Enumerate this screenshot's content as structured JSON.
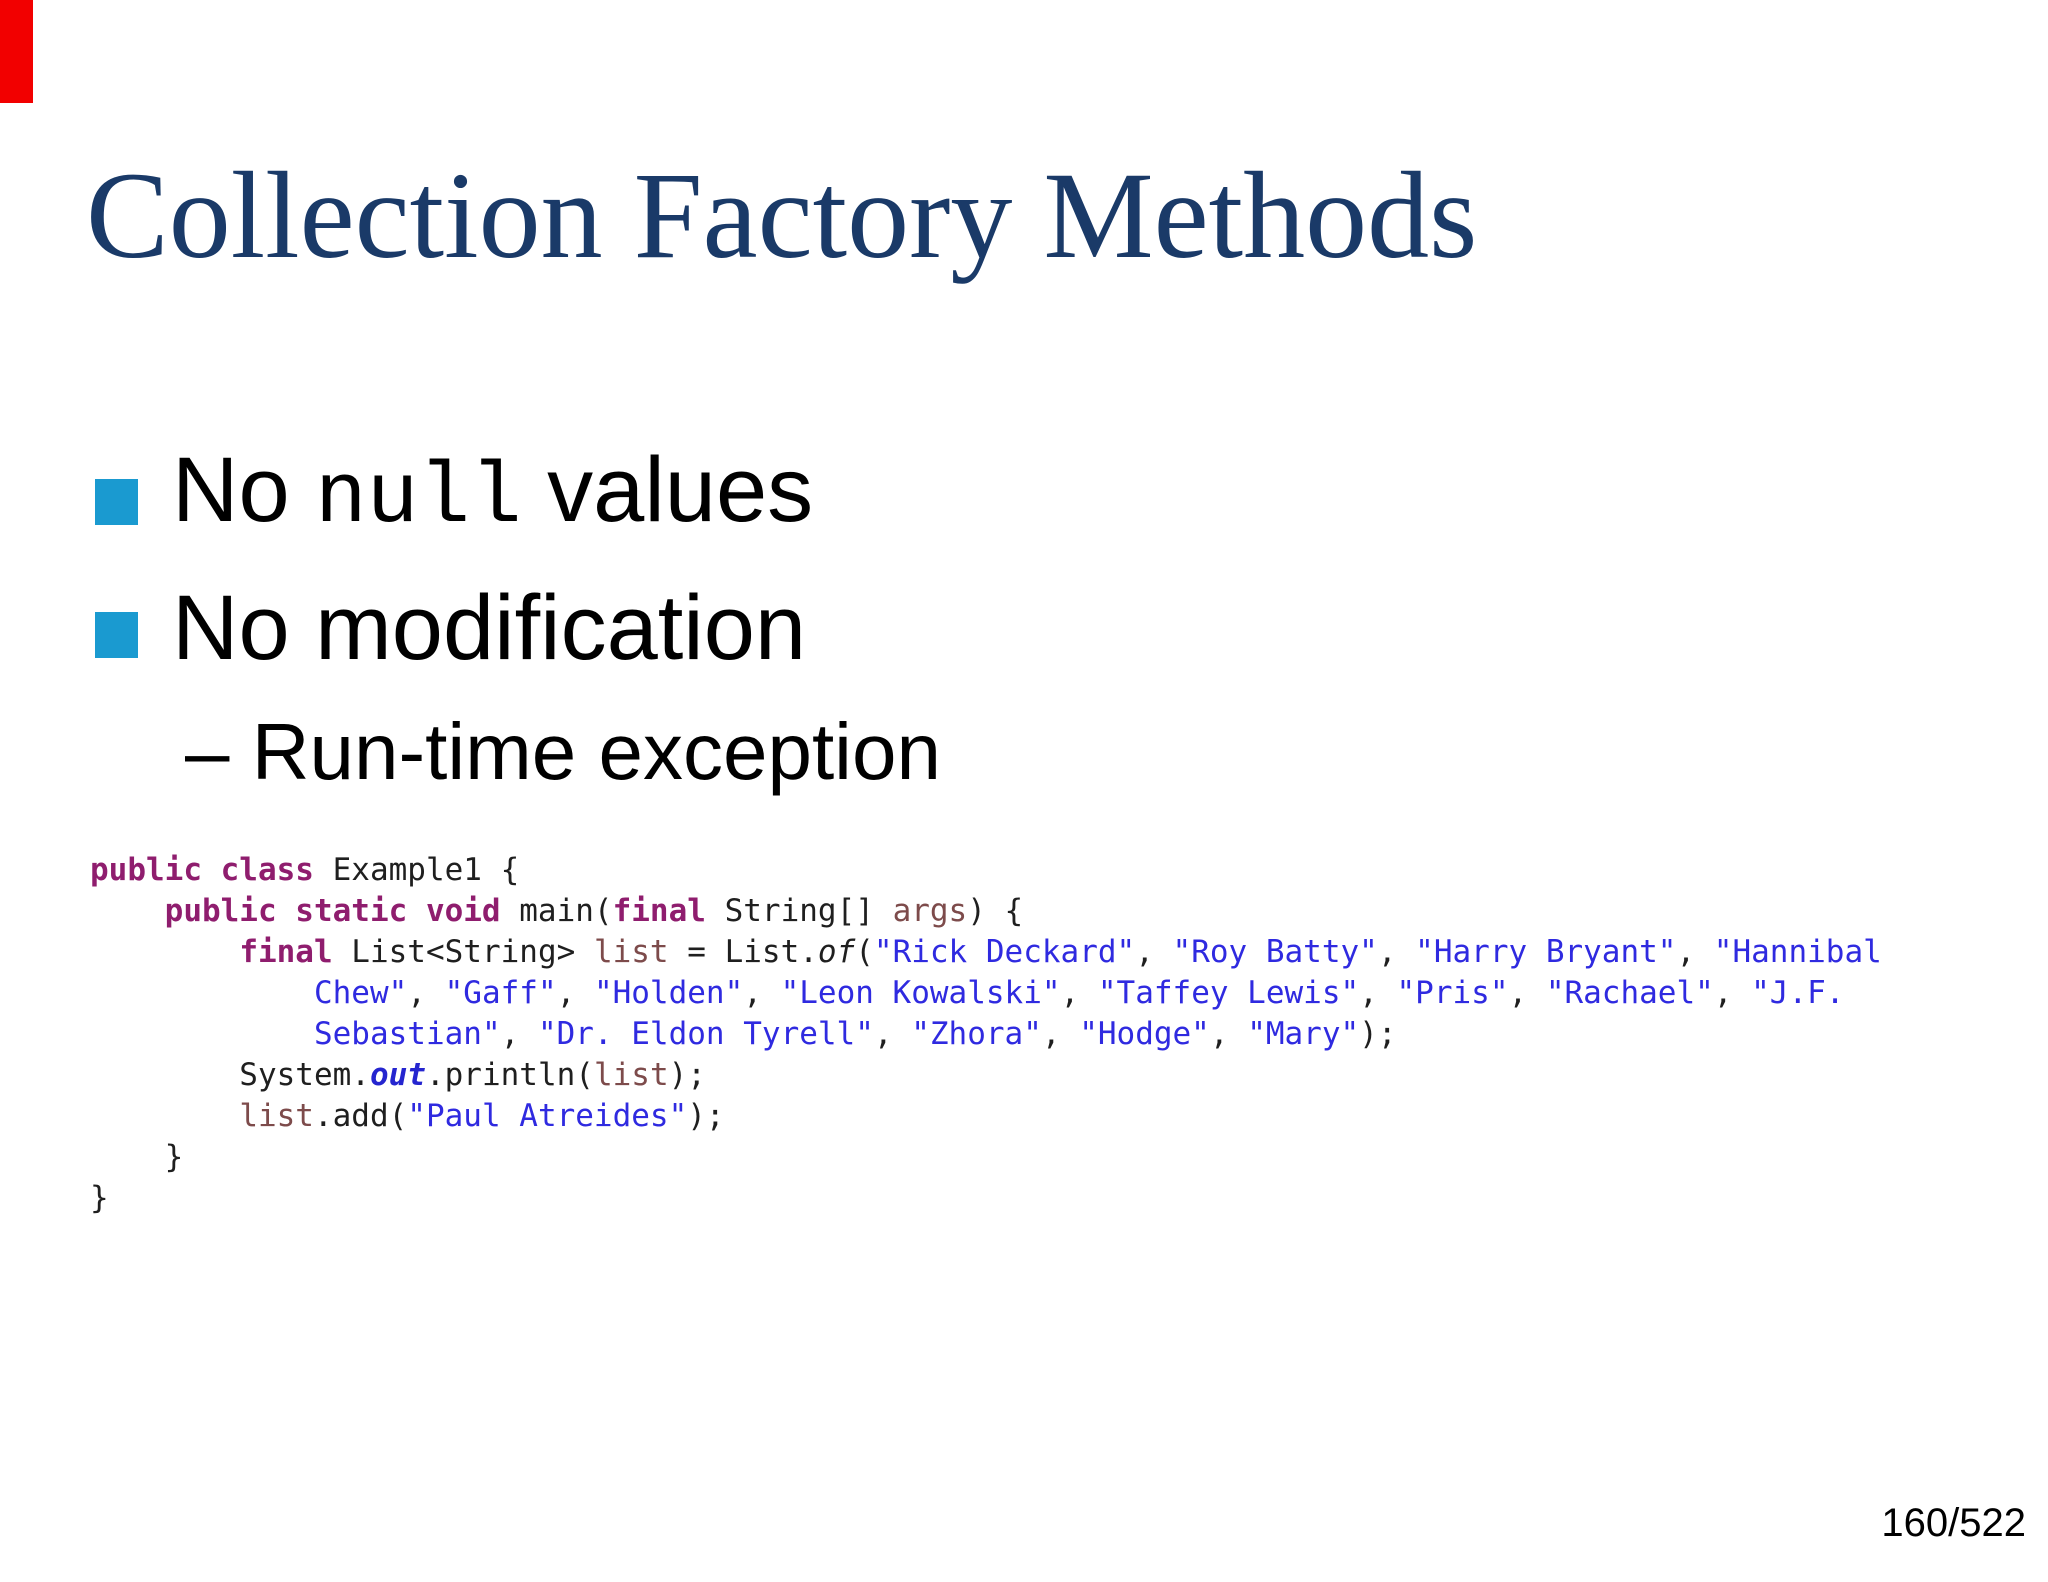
{
  "slide": {
    "title": "Collection Factory Methods",
    "bullets": [
      {
        "pre": "No ",
        "mono": "null",
        "post": " values"
      },
      {
        "text": "No modification"
      }
    ],
    "sub_bullet": {
      "dash": "– ",
      "text": "Run-time exception"
    },
    "page_number": "160/522"
  },
  "colors": {
    "title_navy": "#1a3a68",
    "bullet_teal": "#1a9ad0",
    "red_bar": "#f20000",
    "code_keyword": "#8f1d6e",
    "code_variable": "#7d4b4b",
    "code_string": "#2f2ae0",
    "code_out_blue": "#2525cf",
    "code_plain": "#1f1f1f"
  },
  "code": {
    "lines": [
      [
        [
          "k",
          "public class"
        ],
        [
          "p",
          " Example1 {"
        ]
      ],
      [
        [
          "p",
          "    "
        ],
        [
          "k",
          "public static void"
        ],
        [
          "p",
          " main("
        ],
        [
          "k",
          "final"
        ],
        [
          "p",
          " String[] "
        ],
        [
          "v",
          "args"
        ],
        [
          "p",
          ") {"
        ]
      ],
      [
        [
          "p",
          "        "
        ],
        [
          "k",
          "final"
        ],
        [
          "p",
          " List<String> "
        ],
        [
          "v",
          "list"
        ],
        [
          "p",
          " = List."
        ],
        [
          "i",
          "of"
        ],
        [
          "p",
          "("
        ],
        [
          "s",
          "\"Rick Deckard\""
        ],
        [
          "p",
          ", "
        ],
        [
          "s",
          "\"Roy Batty\""
        ],
        [
          "p",
          ", "
        ],
        [
          "s",
          "\"Harry Bryant\""
        ],
        [
          "p",
          ", "
        ],
        [
          "s",
          "\"Hannibal"
        ]
      ],
      [
        [
          "p",
          "            "
        ],
        [
          "s",
          "Chew\""
        ],
        [
          "p",
          ", "
        ],
        [
          "s",
          "\"Gaff\""
        ],
        [
          "p",
          ", "
        ],
        [
          "s",
          "\"Holden\""
        ],
        [
          "p",
          ", "
        ],
        [
          "s",
          "\"Leon Kowalski\""
        ],
        [
          "p",
          ", "
        ],
        [
          "s",
          "\"Taffey Lewis\""
        ],
        [
          "p",
          ", "
        ],
        [
          "s",
          "\"Pris\""
        ],
        [
          "p",
          ", "
        ],
        [
          "s",
          "\"Rachael\""
        ],
        [
          "p",
          ", "
        ],
        [
          "s",
          "\"J.F."
        ]
      ],
      [
        [
          "p",
          "            "
        ],
        [
          "s",
          "Sebastian\""
        ],
        [
          "p",
          ", "
        ],
        [
          "s",
          "\"Dr. Eldon Tyrell\""
        ],
        [
          "p",
          ", "
        ],
        [
          "s",
          "\"Zhora\""
        ],
        [
          "p",
          ", "
        ],
        [
          "s",
          "\"Hodge\""
        ],
        [
          "p",
          ", "
        ],
        [
          "s",
          "\"Mary\""
        ],
        [
          "p",
          ");"
        ]
      ],
      [
        [
          "p",
          "        System."
        ],
        [
          "o",
          "out"
        ],
        [
          "p",
          ".println("
        ],
        [
          "v",
          "list"
        ],
        [
          "p",
          ");"
        ]
      ],
      [
        [
          "p",
          "        "
        ],
        [
          "v",
          "list"
        ],
        [
          "p",
          ".add("
        ],
        [
          "s",
          "\"Paul Atreides\""
        ],
        [
          "p",
          ");"
        ]
      ],
      [
        [
          "p",
          "    }"
        ]
      ],
      [
        [
          "p",
          "}"
        ]
      ]
    ]
  }
}
